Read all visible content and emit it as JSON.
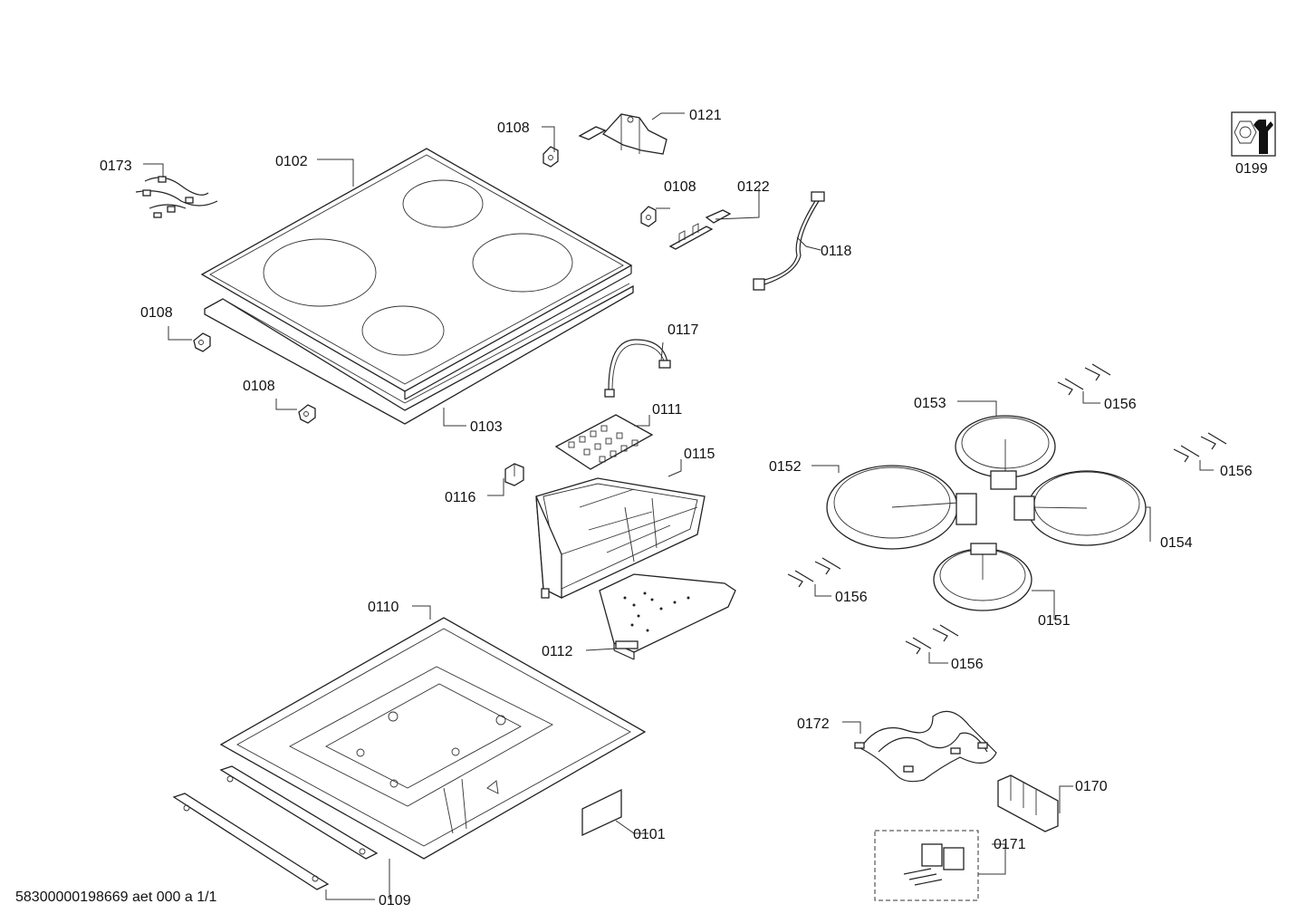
{
  "labels": {
    "p0173": "0173",
    "p0102": "0102",
    "p0108_top": "0108",
    "p0121": "0121",
    "p0108_mid": "0108",
    "p0122": "0122",
    "p0118": "0118",
    "p0108_left": "0108",
    "p0117": "0117",
    "p0108_low": "0108",
    "p0103": "0103",
    "p0111": "0111",
    "p0115": "0115",
    "p0116": "0116",
    "p0110": "0110",
    "p0112": "0112",
    "p0101": "0101",
    "p0109": "0109",
    "p0153": "0153",
    "p0152": "0152",
    "p0154": "0154",
    "p0151": "0151",
    "p0156_a": "0156",
    "p0156_b": "0156",
    "p0156_c": "0156",
    "p0156_d": "0156",
    "p0172": "0172",
    "p0170": "0170",
    "p0171": "0171",
    "p0199": "0199"
  },
  "footer_text": "58300000198669 aet 000 a 1/1"
}
